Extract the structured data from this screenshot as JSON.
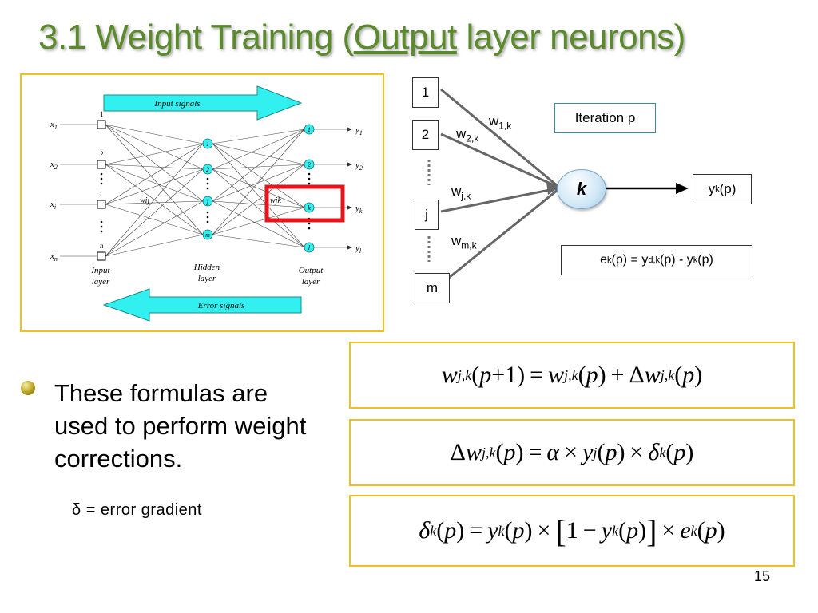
{
  "slide": {
    "title_prefix": "3.1 Weight Training (",
    "title_underlined": "Output",
    "title_suffix": " layer neurons)",
    "page_number": "15"
  },
  "network_figure": {
    "input_signals": "Input signals",
    "error_signals": "Error signals",
    "input_layer": [
      "Input",
      "layer"
    ],
    "hidden_layer": [
      "Hidden",
      "layer"
    ],
    "output_layer": [
      "Output",
      "layer"
    ],
    "x_labels": [
      "x1",
      "x2",
      "xi",
      "xn"
    ],
    "y_labels": [
      "y1",
      "y2",
      "yk",
      "yl"
    ],
    "input_node_nums": [
      "1",
      "2",
      "i",
      "n"
    ],
    "hidden_node_nums": [
      "1",
      "2",
      "j",
      "m"
    ],
    "output_node_nums": [
      "1",
      "2",
      "k",
      "l"
    ],
    "wij": "wij",
    "wjk": "wjk",
    "highlight_color": "#e8141b",
    "arrow_color": "#33f0f0",
    "node_color": "#33f0f0"
  },
  "diagram": {
    "inputs": [
      "1",
      "2",
      "j",
      "m"
    ],
    "weights": {
      "w1k": "w",
      "w1k_sub": "1,k",
      "w2k": "w",
      "w2k_sub": "2,k",
      "wjk": "w",
      "wjk_sub": "j,k",
      "wmk": "w",
      "wmk_sub": "m,k"
    },
    "neuron": "k",
    "iteration": "Iteration p",
    "output": {
      "y": "y",
      "sub": "k",
      "rest": "(p)"
    },
    "error": {
      "e": "e",
      "e_sub": "k",
      "mid": "(p) = y",
      "d_sub": "d,k",
      "mid2": "(p) - y",
      "y_sub": "k",
      "end": "(p)"
    }
  },
  "formulas": {
    "f1": "w_{j,k}(p+1) = w_{j,k}(p) + Δw_{j,k}(p)",
    "f2": "Δw_{j,k}(p) = α × y_j(p) × δ_k(p)",
    "f3": "δ_k(p) = y_k(p) × [1 − y_k(p)] × e_k(p)"
  },
  "bullet": {
    "text": "These formulas are used to perform weight corrections.",
    "note": "δ = error gradient"
  }
}
